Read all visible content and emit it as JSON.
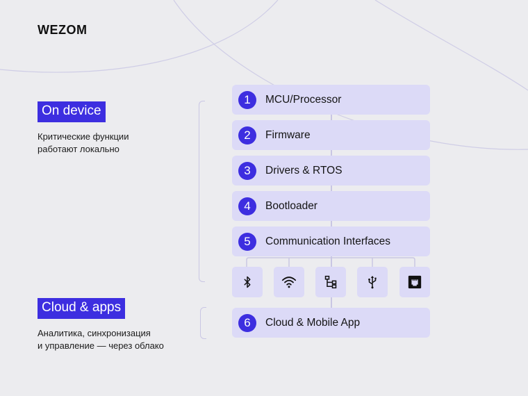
{
  "logo": "WEZOM",
  "on_device": {
    "tag": "On device",
    "desc_lines": [
      "Критические функции",
      "работают локально"
    ]
  },
  "cloud_apps": {
    "tag": "Cloud & apps",
    "desc_lines": [
      "Аналитика, синхронизация",
      "и управление — через облако"
    ]
  },
  "layers": [
    {
      "num": "1",
      "label": "MCU/Processor"
    },
    {
      "num": "2",
      "label": "Firmware"
    },
    {
      "num": "3",
      "label": "Drivers & RTOS"
    },
    {
      "num": "4",
      "label": "Bootloader"
    },
    {
      "num": "5",
      "label": "Communication Interfaces"
    },
    {
      "num": "6",
      "label": "Cloud & Mobile App"
    }
  ],
  "interfaces": [
    "bluetooth-icon",
    "wifi-icon",
    "network-tree-icon",
    "usb-icon",
    "ethernet-port-icon"
  ],
  "colors": {
    "accent": "#3d2ee0",
    "layer_bg": "#dcdaf7",
    "background": "#ececef",
    "line": "#c9c6e4"
  }
}
